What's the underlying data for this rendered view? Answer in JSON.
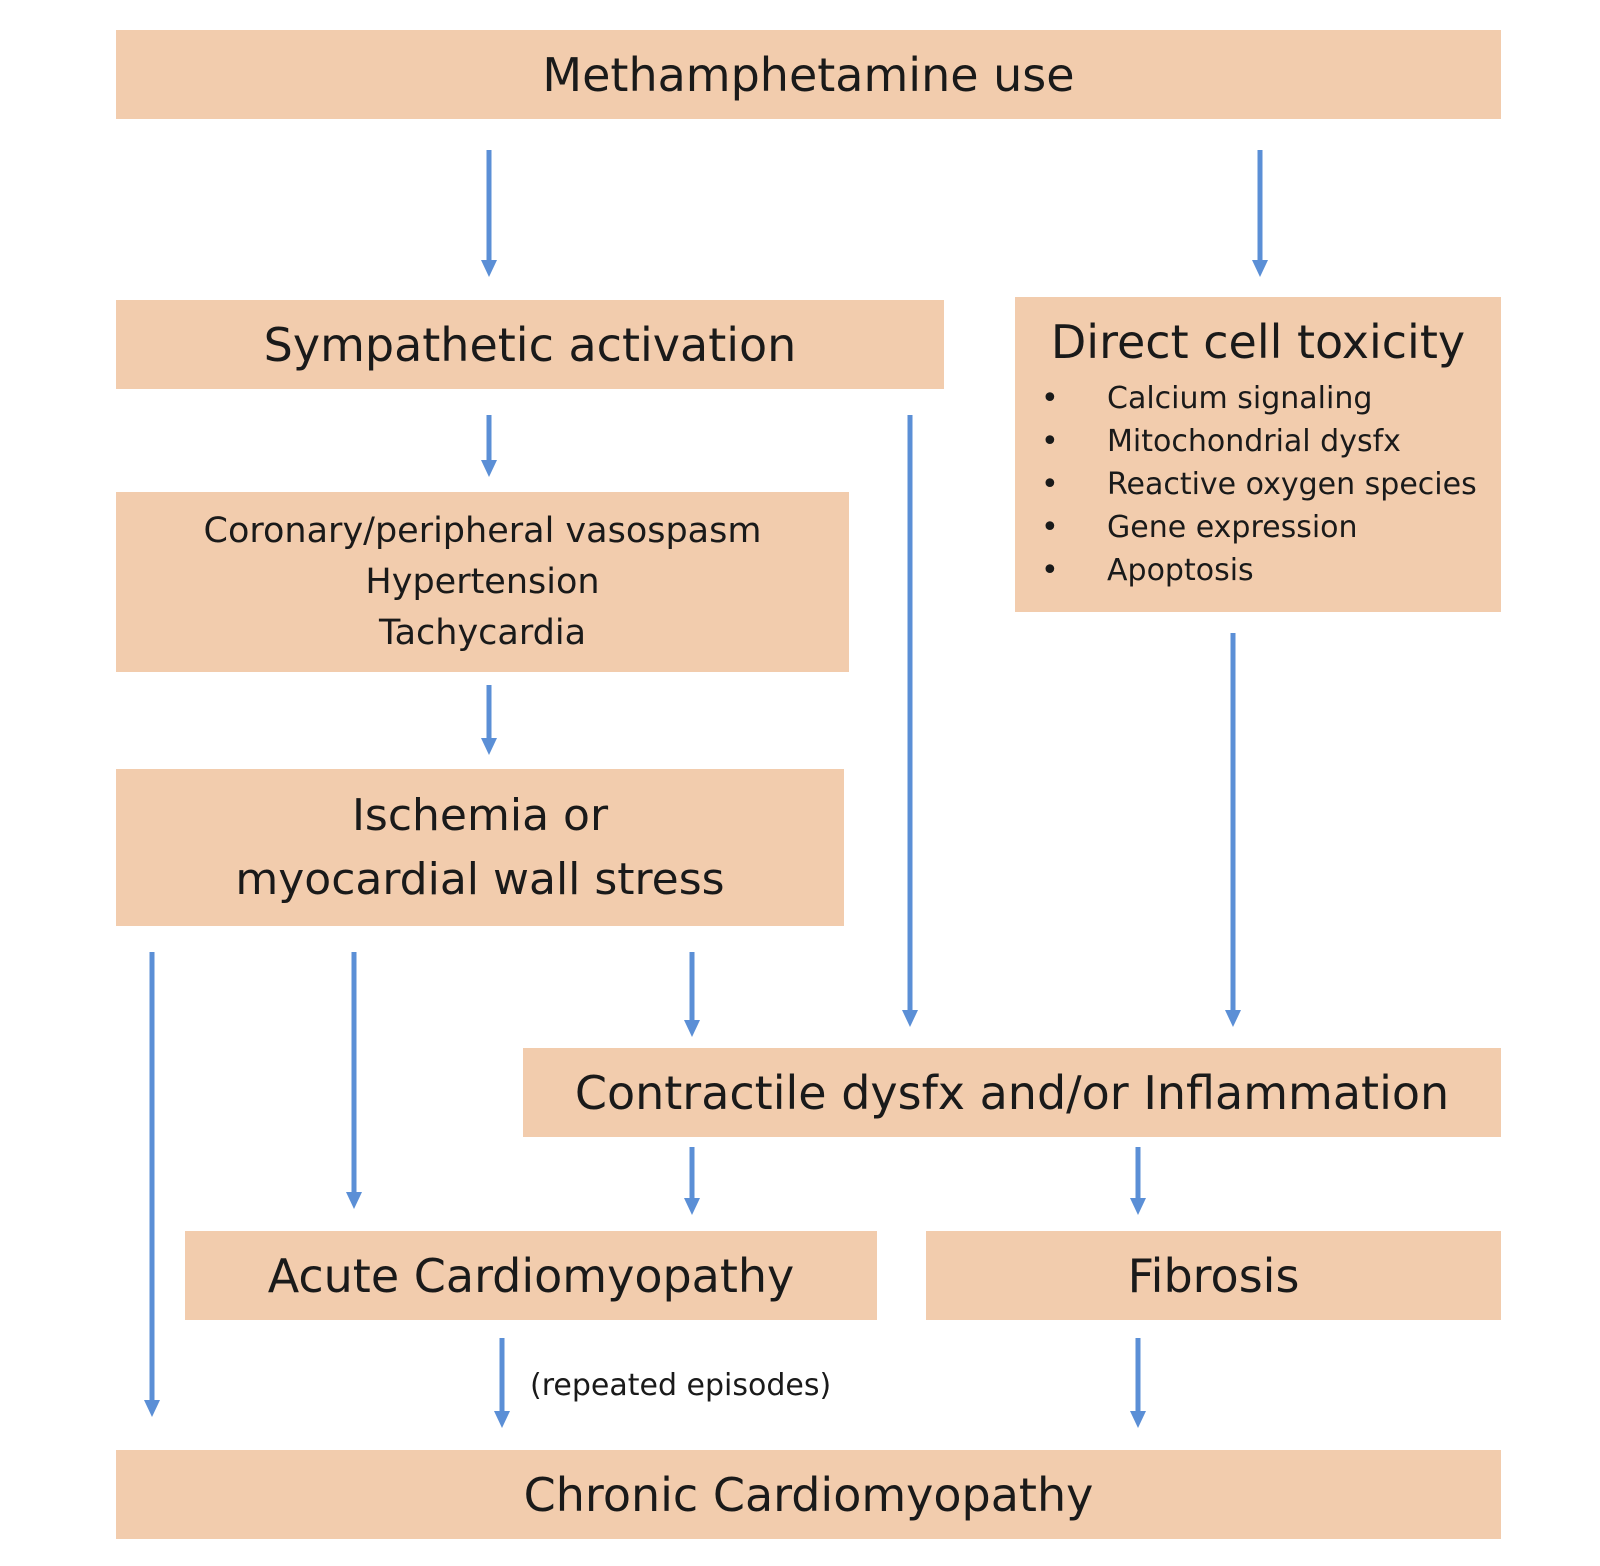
{
  "nodes": {
    "meth_use": "Methamphetamine use",
    "sympathetic": "Sympathetic activation",
    "direct_toxicity": {
      "title": "Direct cell toxicity",
      "items": [
        "Calcium signaling",
        "Mitochondrial dysfx",
        "Reactive oxygen species",
        "Gene expression",
        "Apoptosis"
      ]
    },
    "vascular": [
      "Coronary/peripheral vasospasm",
      "Hypertension",
      "Tachycardia"
    ],
    "ischemia": [
      "Ischemia or",
      "myocardial wall stress"
    ],
    "contractile": "Contractile dysfx and/or Inflammation",
    "acute": "Acute Cardiomyopathy",
    "fibrosis": "Fibrosis",
    "chronic": "Chronic Cardiomyopathy"
  },
  "edge_labels": {
    "repeated": "(repeated episodes)"
  },
  "colors": {
    "box_fill": "#f2ccad",
    "arrow": "#5b8fd6",
    "text": "#1a1a1a"
  }
}
